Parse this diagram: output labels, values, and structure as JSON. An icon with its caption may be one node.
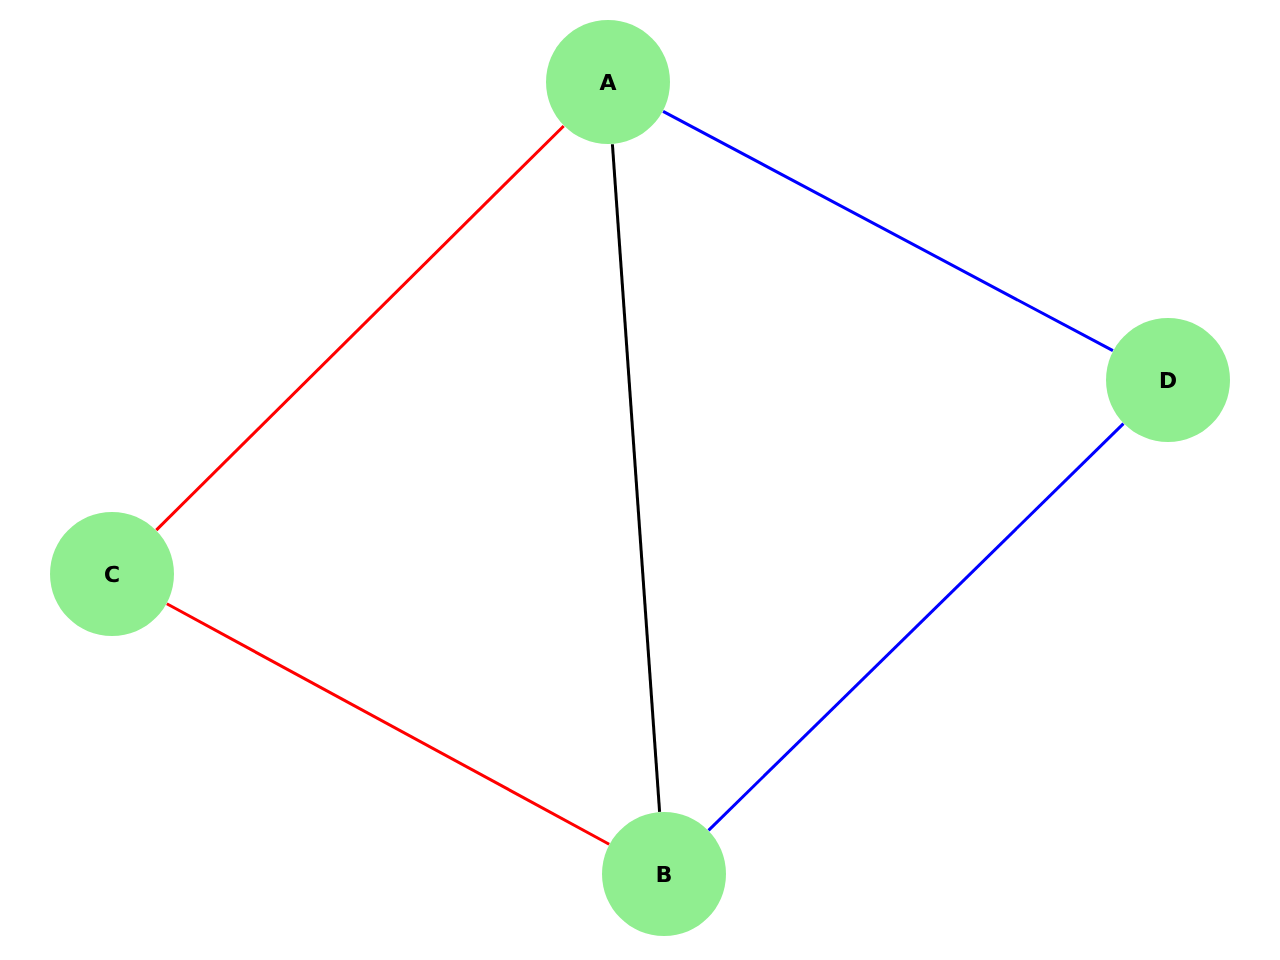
{
  "diagram": {
    "nodes": [
      {
        "text": [
          "A"
        ]
      },
      {
        "text": [
          "D"
        ]
      },
      {
        "text": [
          "C"
        ]
      },
      {
        "text": [
          "B"
        ]
      }
    ],
    "edges": [
      {
        "from": 0,
        "to": 2,
        "arrow": "none",
        "color": "#ff0000"
      },
      {
        "from": 2,
        "to": 3,
        "arrow": "none",
        "color": "#ff0000"
      },
      {
        "from": 0,
        "to": 3,
        "arrow": "none",
        "color": "#000000"
      },
      {
        "from": 0,
        "to": 1,
        "arrow": "none",
        "color": "#0000ff"
      },
      {
        "from": 1,
        "to": 3,
        "arrow": "none",
        "color": "#0000ff"
      }
    ]
  }
}
